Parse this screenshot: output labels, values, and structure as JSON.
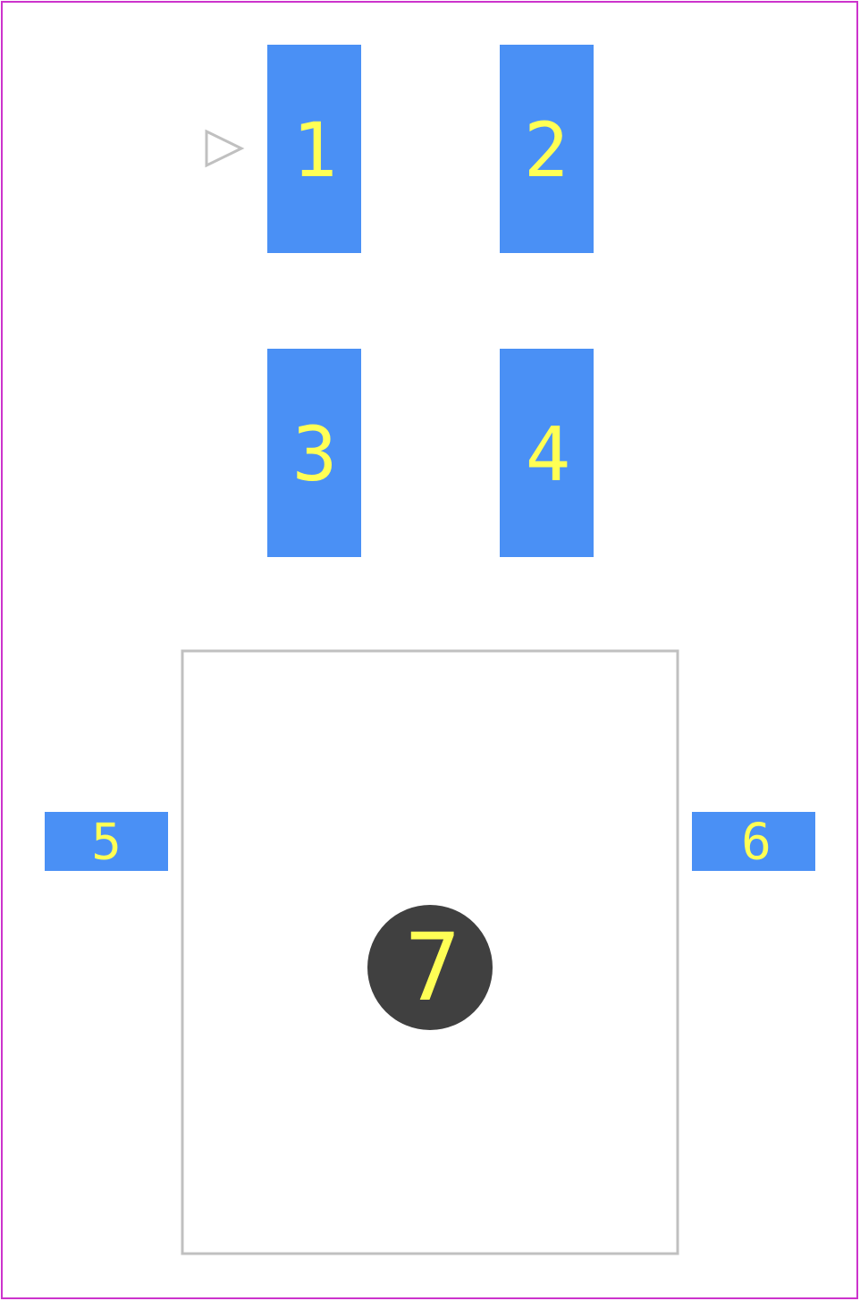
{
  "footprint": {
    "colors": {
      "background": "#ffffff",
      "courtyard": "#cc33cc",
      "pad": "#4a90f5",
      "pad_label": "#ffff55",
      "silkscreen": "#c0c0c0",
      "mounting_hole": "#404040"
    },
    "pin1_marker_icon": "triangle-right-icon",
    "pads": [
      {
        "label": "1",
        "shape": "rect"
      },
      {
        "label": "2",
        "shape": "rect"
      },
      {
        "label": "3",
        "shape": "rect"
      },
      {
        "label": "4",
        "shape": "rect"
      },
      {
        "label": "5",
        "shape": "rect"
      },
      {
        "label": "6",
        "shape": "rect"
      },
      {
        "label": "7",
        "shape": "circle"
      }
    ]
  }
}
